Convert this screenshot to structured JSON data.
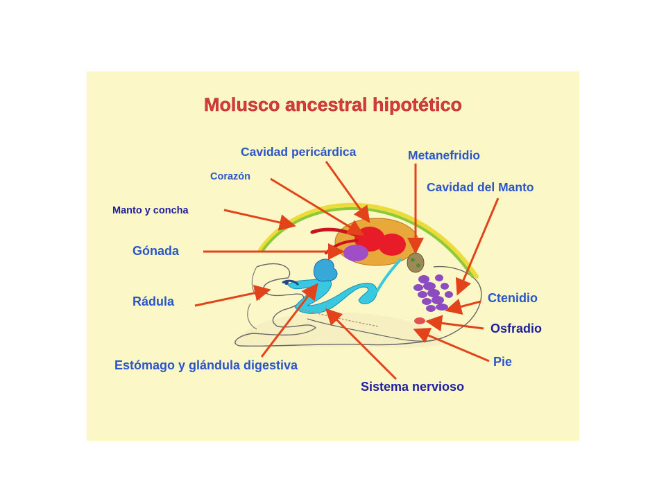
{
  "title": "Molusco ancestral hipotético",
  "colors": {
    "background": "#fcf7c6",
    "title": "#d63b3b",
    "label_blue": "#2a55c8",
    "label_dark": "#1d1fa0",
    "arrow": "#e2431a",
    "shell_yellow": "#ecdc3a",
    "shell_green": "#8cc83c",
    "heart": "#e81c28",
    "pericardium": "#e8a83a",
    "gonad": "#a04ec8",
    "gut": "#38c8e0",
    "ctenidium": "#8c4cc0",
    "osphradium": "#e25050"
  },
  "labels": {
    "cavidad_pericardica": "Cavidad pericárdica",
    "metanefridio": "Metanefridio",
    "corazon": "Corazón",
    "cavidad_manto": "Cavidad del Manto",
    "manto_concha": "Manto y concha",
    "gonada": "Gónada",
    "radula": "Rádula",
    "ctenidio": "Ctenidio",
    "osfradio": "Osfradio",
    "estomago": "Estómago y glándula digestiva",
    "pie": "Pie",
    "sistema_nervioso": "Sistema nervioso"
  }
}
